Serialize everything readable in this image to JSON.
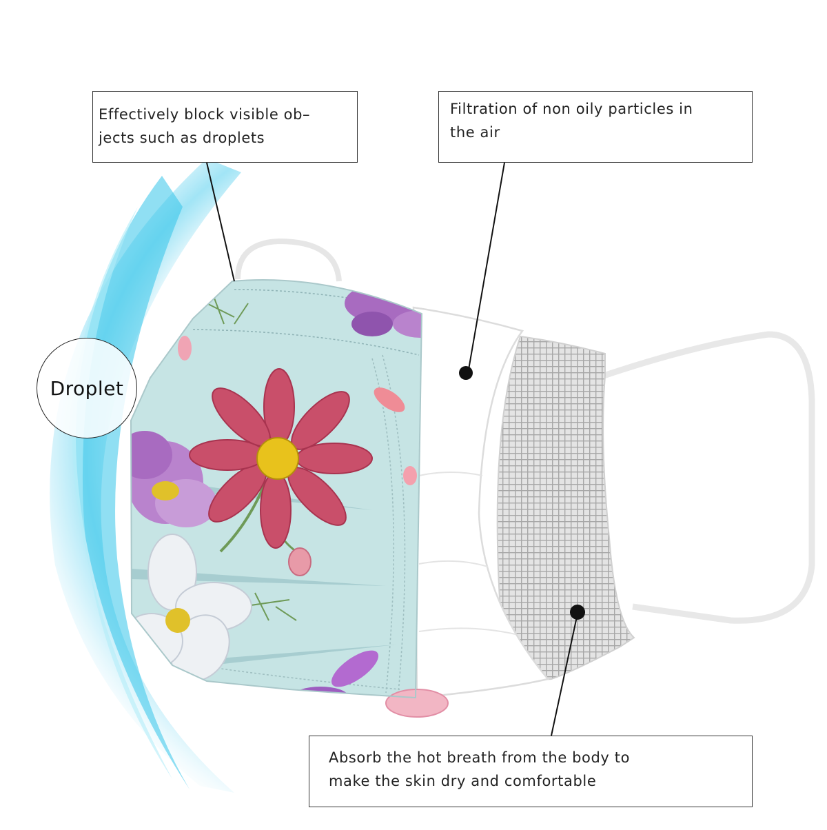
{
  "callouts": {
    "block": {
      "line1": "Effectively block visible ob–",
      "line2": "jects such as droplets"
    },
    "filtration": {
      "line1": "Filtration of non oily particles in",
      "line2": "the air"
    },
    "absorb": {
      "line1": "Absorb the hot breath from the body to",
      "line2": "make the skin dry and comfortable"
    }
  },
  "droplet": {
    "label": "Droplet"
  },
  "colors": {
    "shield_blue": "#35c4ea",
    "mask_outer": "#c6e4e4",
    "mask_inner": "#ffffff",
    "mesh_layer": "#cfcfcf",
    "flower_pink": "#c94f6a",
    "flower_purple": "#a86bc0",
    "flower_white": "#eef1f4",
    "flower_center": "#e8c21c",
    "line": "#111111"
  }
}
